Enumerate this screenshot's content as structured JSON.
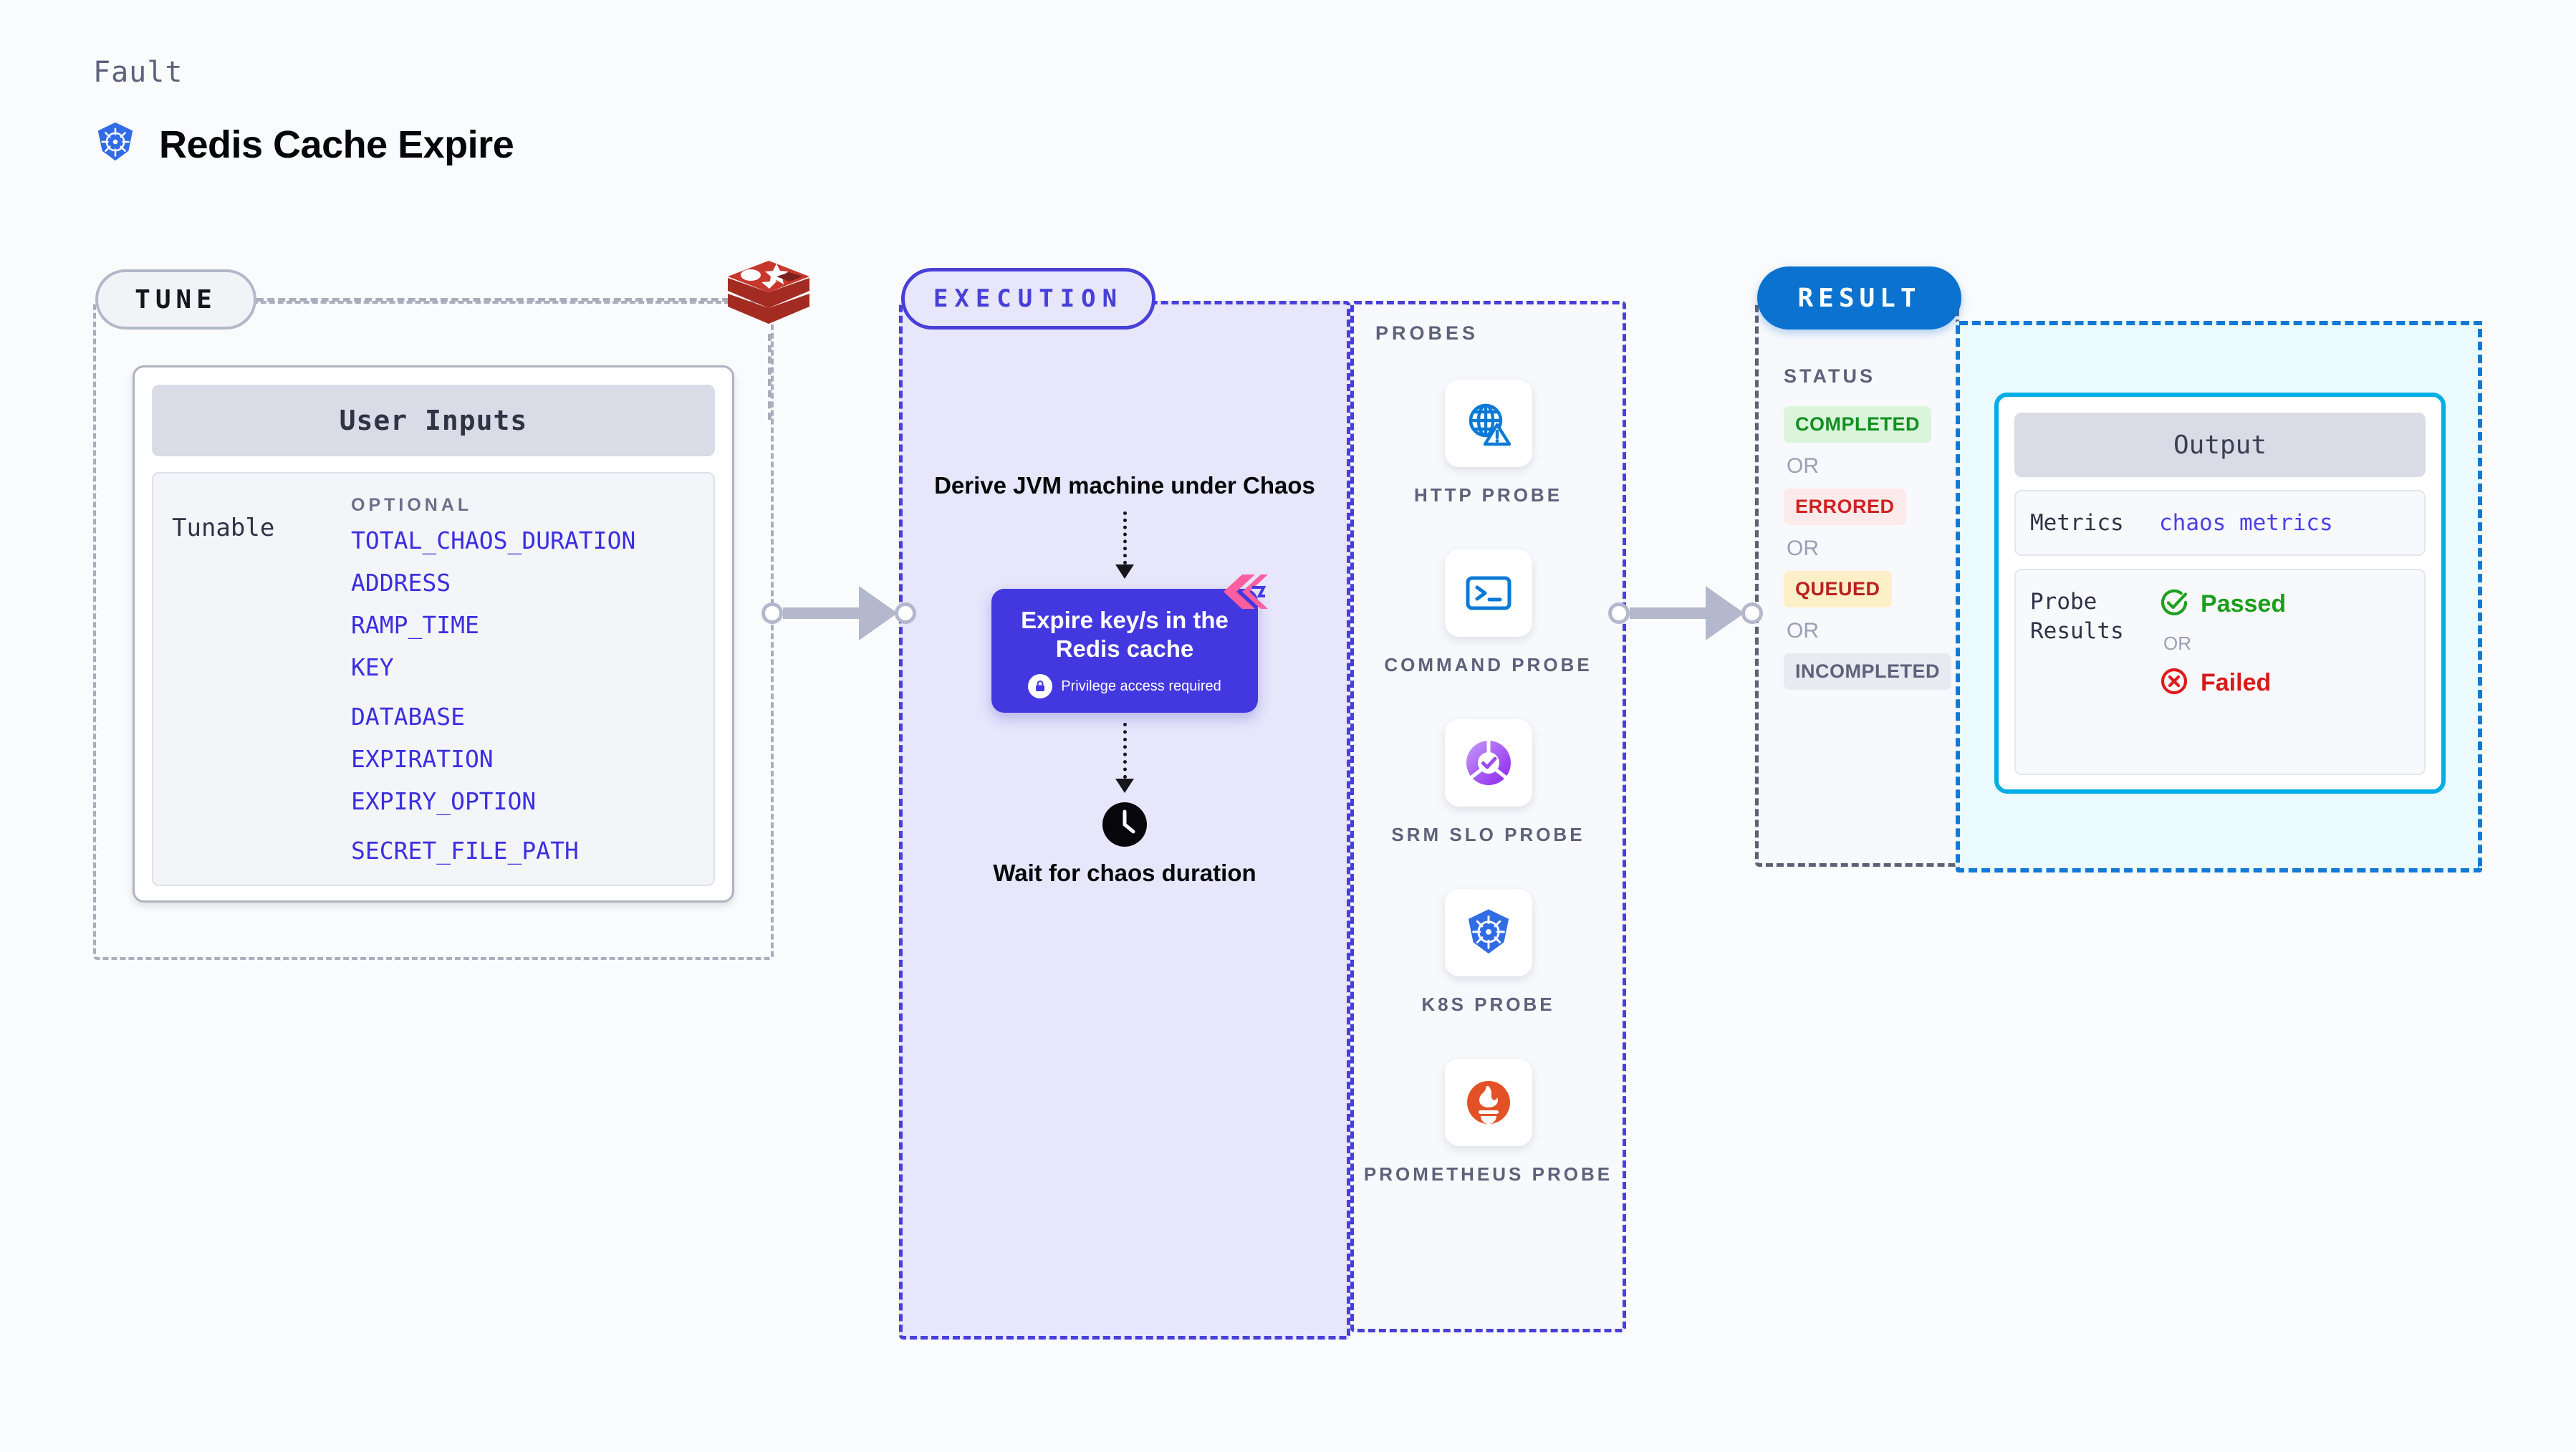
{
  "header": {
    "kicker": "Fault",
    "title": "Redis Cache Expire",
    "logo_icon": "kubernetes-icon"
  },
  "tune": {
    "pill_label": "TUNE",
    "target_logo_icon": "redis-logo-icon",
    "card": {
      "header": "User Inputs",
      "row_label": "Tunable",
      "group_label": "OPTIONAL",
      "tunables": [
        "TOTAL_CHAOS_DURATION",
        "ADDRESS",
        "RAMP_TIME",
        "KEY",
        "DATABASE",
        "EXPIRATION",
        "EXPIRY_OPTION",
        "SECRET_FILE_PATH"
      ]
    }
  },
  "execution": {
    "pill_label": "EXECUTION",
    "step_derive": "Derive JVM machine under Chaos",
    "fault_card": {
      "title": "Expire key/s in the Redis cache",
      "privilege_note": "Privilege access required",
      "lock_icon": "lock-icon",
      "brand_icon": "harness-logo-icon"
    },
    "wait_icon": "clock-icon",
    "step_wait": "Wait for chaos duration"
  },
  "probes": {
    "title": "PROBES",
    "items": [
      {
        "label": "HTTP PROBE",
        "icon": "globe-warning-icon"
      },
      {
        "label": "COMMAND PROBE",
        "icon": "terminal-icon"
      },
      {
        "label": "SRM SLO PROBE",
        "icon": "srm-slo-donut-icon"
      },
      {
        "label": "K8S PROBE",
        "icon": "kubernetes-icon"
      },
      {
        "label": "PROMETHEUS PROBE",
        "icon": "prometheus-icon"
      }
    ]
  },
  "result": {
    "pill_label": "RESULT",
    "status_header": "STATUS",
    "or_label": "OR",
    "statuses": [
      {
        "label": "COMPLETED",
        "bg": "#daf5dc",
        "fg": "#12901f"
      },
      {
        "label": "ERRORED",
        "bg": "#fdeaea",
        "fg": "#cf2121"
      },
      {
        "label": "QUEUED",
        "bg": "#fdefc7",
        "fg": "#bb2020"
      },
      {
        "label": "INCOMPLETED",
        "bg": "#e9eaf1",
        "fg": "#5c627a"
      }
    ],
    "output": {
      "header": "Output",
      "metrics_key": "Metrics",
      "metrics_value": "chaos metrics",
      "probe_results_key": "Probe Results",
      "passed_label": "Passed",
      "passed_icon": "check-circle-icon",
      "or_label": "OR",
      "failed_label": "Failed",
      "failed_icon": "x-circle-icon"
    }
  },
  "colors": {
    "execution_accent": "#4840d8",
    "result_accent": "#0b72d0",
    "output_border": "#00ade4",
    "fault_card": "#4338e0",
    "tunable_text": "#3b2fe0",
    "dashed_grey": "#a9aebd"
  }
}
